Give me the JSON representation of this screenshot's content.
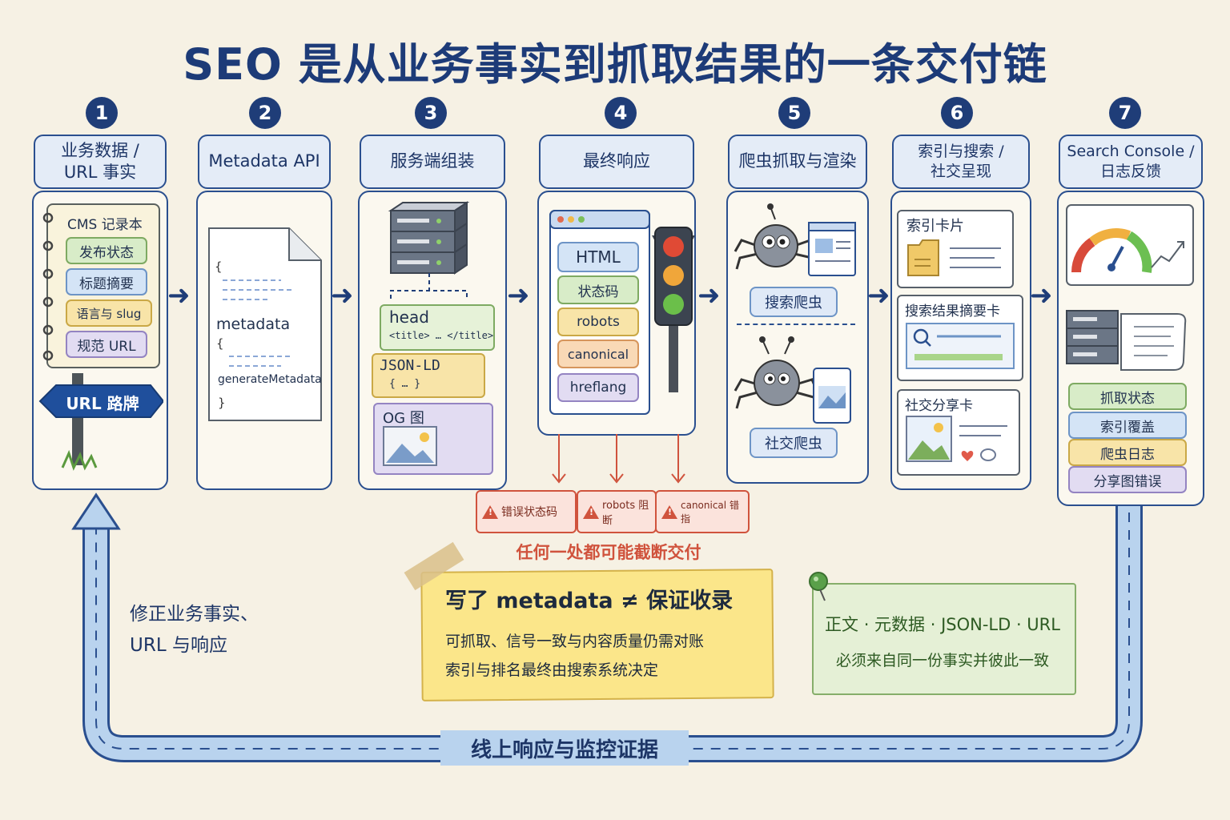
{
  "title": "SEO 是从业务事实到抓取结果的一条交付链",
  "steps": [
    {
      "num": "1",
      "header": "业务数据 /\nURL 事实"
    },
    {
      "num": "2",
      "header": "Metadata API"
    },
    {
      "num": "3",
      "header": "服务端组装"
    },
    {
      "num": "4",
      "header": "最终响应"
    },
    {
      "num": "5",
      "header": "爬虫抓取与渲染"
    },
    {
      "num": "6",
      "header": "索引与搜索 /\n社交呈现"
    },
    {
      "num": "7",
      "header": "Search Console /\n日志反馈"
    }
  ],
  "col1": {
    "notebook_title": "CMS 记录本",
    "items": [
      "发布状态",
      "标题摘要",
      "语言与 slug",
      "规范 URL"
    ],
    "sign": "URL 路牌"
  },
  "col2": {
    "code": [
      "{",
      "metadata",
      "{",
      "generateMetadata",
      "}"
    ]
  },
  "col3": {
    "head_label": "head",
    "head_sub": "<title> … </title>",
    "jsonld_label": "JSON-LD",
    "jsonld_sub": "{ … }",
    "og_label": "OG 图"
  },
  "col4": {
    "items": [
      "HTML",
      "状态码",
      "robots",
      "canonical",
      "hreflang"
    ]
  },
  "col5": {
    "search_bot": "搜索爬虫",
    "social_bot": "社交爬虫"
  },
  "col6": {
    "index_card": "索引卡片",
    "serp_card": "搜索结果摘要卡",
    "social_card": "社交分享卡"
  },
  "col7": {
    "items": [
      "抓取状态",
      "索引覆盖",
      "爬虫日志",
      "分享图错误"
    ]
  },
  "warnings": {
    "items": [
      "错误状态码",
      "robots 阻断",
      "canonical 错指"
    ],
    "caption": "任何一处都可能截断交付"
  },
  "yellow_note": {
    "title": "写了 metadata ≠ 保证收录",
    "line1": "可抓取、信号一致与内容质量仍需对账",
    "line2": "索引与排名最终由搜索系统决定"
  },
  "green_note": {
    "line1": "正文 · 元数据 · JSON-LD · URL",
    "line2": "必须来自同一份事实并彼此一致"
  },
  "feedback": {
    "left_text": "修正业务事实、\nURL 与响应",
    "bottom_text": "线上响应与监控证据"
  },
  "colors": {
    "navy": "#1f3d78",
    "red": "#d0533d",
    "loop_fill": "#b9d3ee"
  }
}
